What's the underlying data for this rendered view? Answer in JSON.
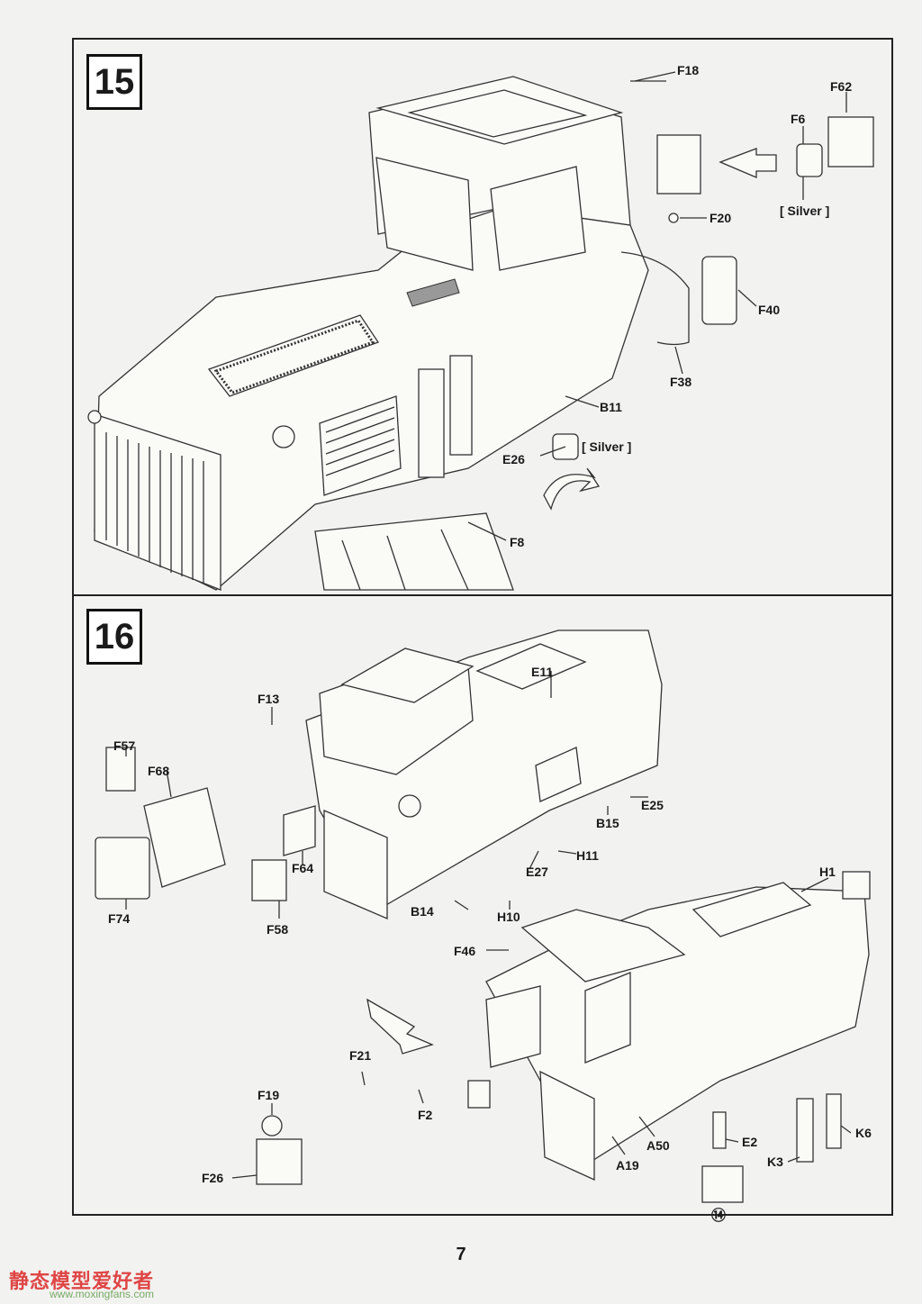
{
  "steps": [
    {
      "number": "15"
    },
    {
      "number": "16"
    }
  ],
  "step15_labels": {
    "f18": "F18",
    "f62": "F62",
    "f6": "F6",
    "silver_f6": "[ Silver ]",
    "f20": "F20",
    "f40": "F40",
    "f38": "F38",
    "b11": "B11",
    "silver_e26": "[ Silver ]",
    "e26": "E26",
    "f8": "F8"
  },
  "step16_labels": {
    "e11": "E11",
    "f13": "F13",
    "f57": "F57",
    "f68": "F68",
    "e25": "E25",
    "b15": "B15",
    "h11": "H11",
    "e27": "E27",
    "f64": "F64",
    "f74": "F74",
    "b14": "B14",
    "h10": "H10",
    "f58": "F58",
    "f46": "F46",
    "h1": "H1",
    "f21": "F21",
    "f2": "F2",
    "f19": "F19",
    "k6": "K6",
    "a50": "A50",
    "e2": "E2",
    "a19": "A19",
    "k3": "K3",
    "f26": "F26",
    "ref": "⑭"
  },
  "page_number": "7",
  "watermark": {
    "text": "静态模型爱好者",
    "url": "www.moxingfans.com"
  }
}
